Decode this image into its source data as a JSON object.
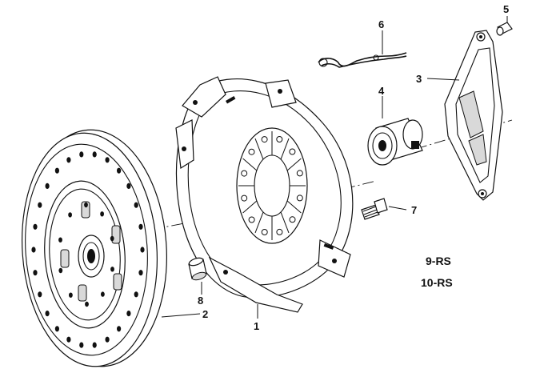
{
  "callouts": {
    "p1": "1",
    "p2": "2",
    "p3": "3",
    "p4": "4",
    "p5": "5",
    "p6": "6",
    "p7": "7",
    "p8": "8"
  },
  "notes": {
    "line1": "9-RS",
    "line2": "10-RS"
  },
  "parts": [
    {
      "ref": "1",
      "icon": "clutch-pressure-plate-icon"
    },
    {
      "ref": "2",
      "icon": "clutch-disc-icon"
    },
    {
      "ref": "3",
      "icon": "release-lever-icon"
    },
    {
      "ref": "4",
      "icon": "release-bearing-icon"
    },
    {
      "ref": "5",
      "icon": "pivot-pin-icon"
    },
    {
      "ref": "6",
      "icon": "retaining-spring-clip-icon"
    },
    {
      "ref": "7",
      "icon": "bolt-icon"
    },
    {
      "ref": "8",
      "icon": "dowel-sleeve-icon"
    }
  ],
  "colors": {
    "ink": "#111111",
    "background": "#ffffff"
  }
}
